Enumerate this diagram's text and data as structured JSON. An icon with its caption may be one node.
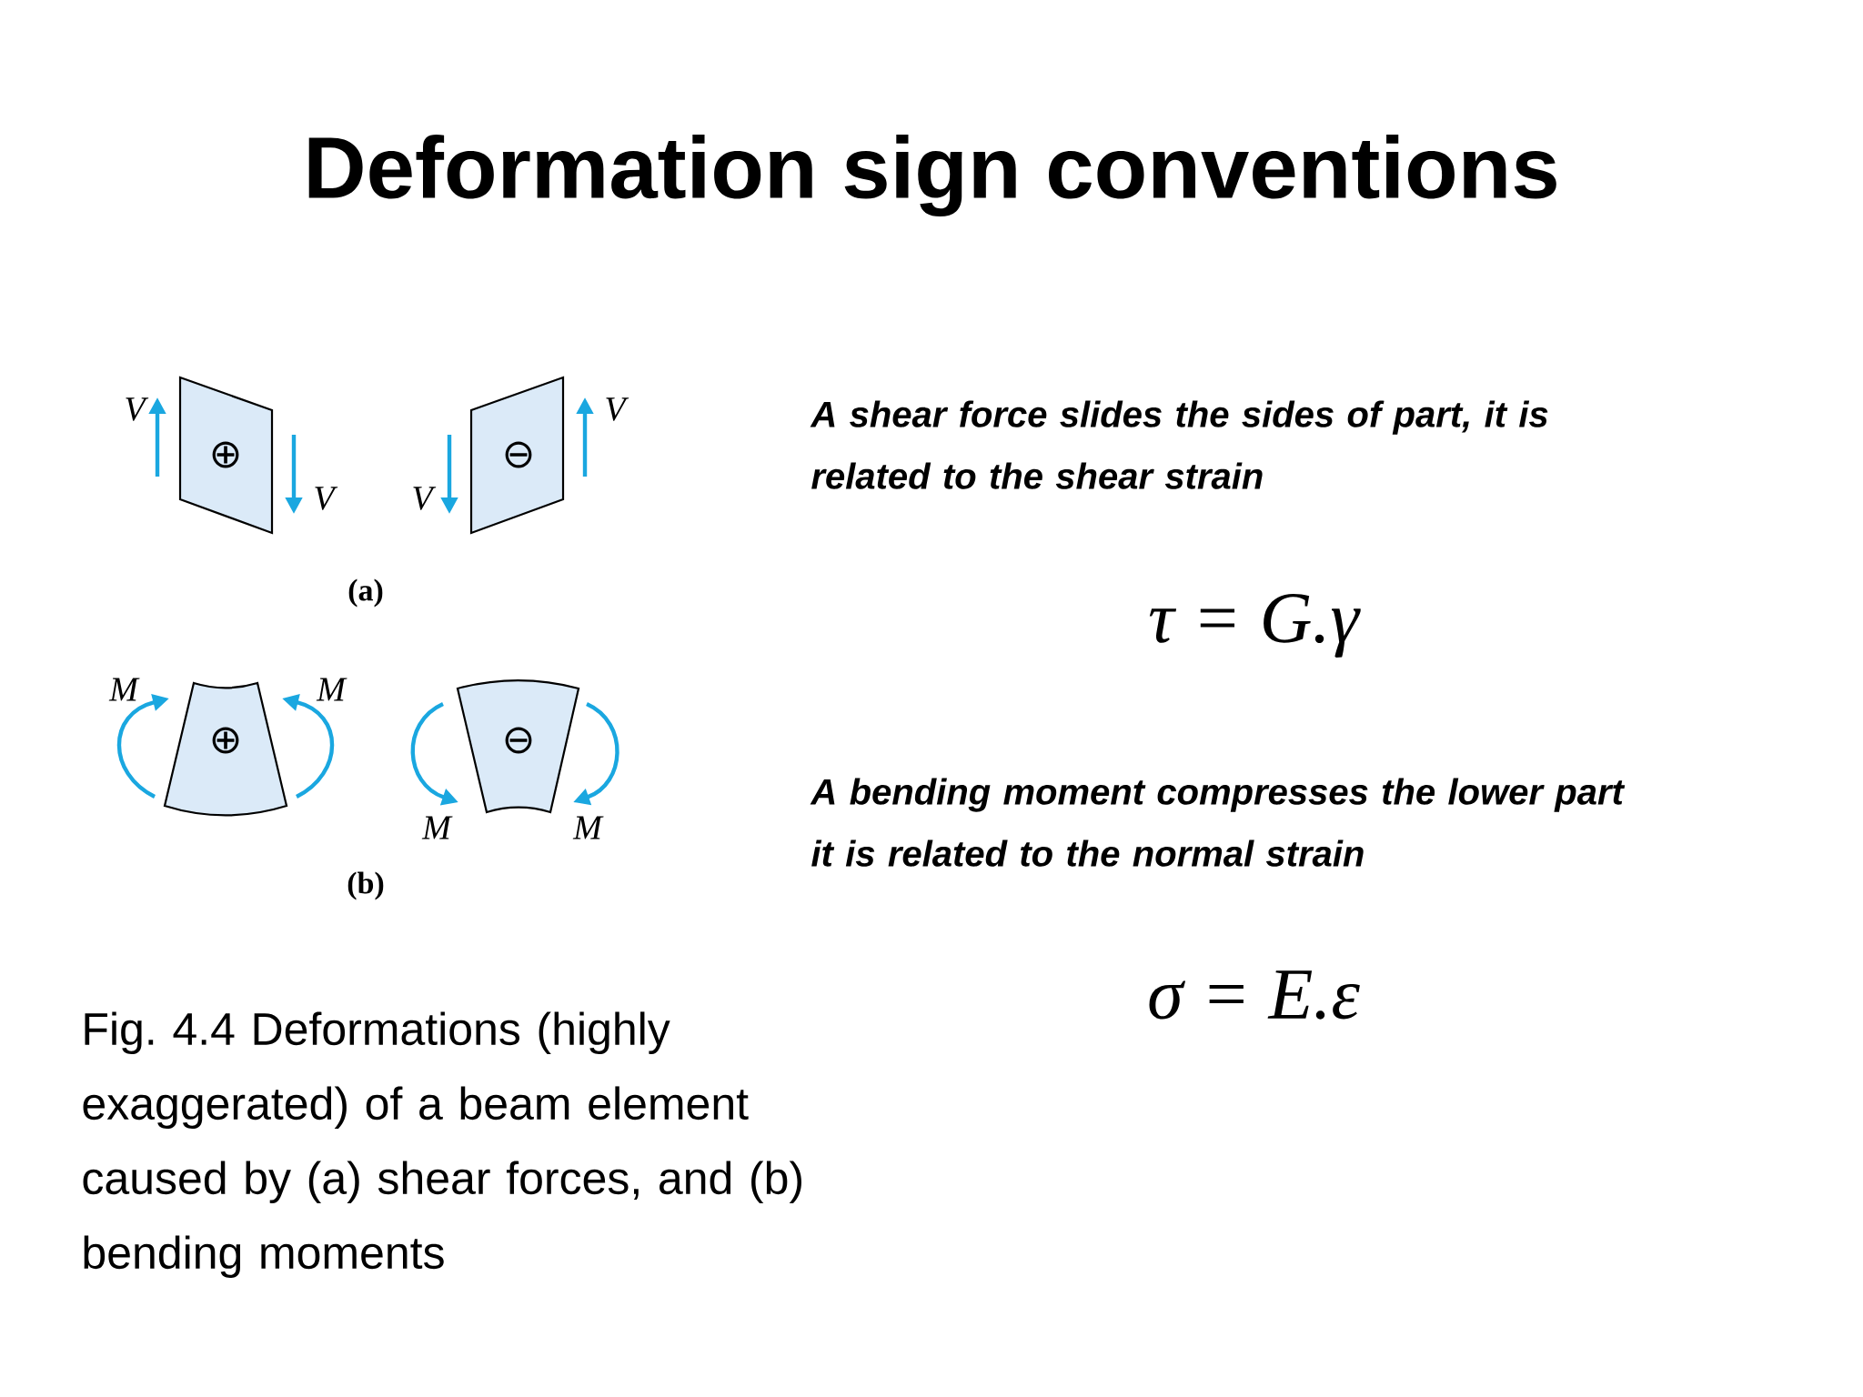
{
  "diagram": {
    "title": "Deformation sign conventions",
    "caption": "Fig. 4.4 Deformations (highly exaggerated) of a beam element caused by (a) shear forces, and (b) bending moments",
    "nodes": [
      {
        "text": [
          "⊕"
        ]
      },
      {
        "text": [
          "⊖"
        ]
      },
      {
        "text": [
          "⊕"
        ]
      },
      {
        "text": [
          "⊖"
        ]
      }
    ],
    "labels": [
      "V",
      "V",
      "V",
      "V",
      "(a)",
      "M",
      "M",
      "M",
      "M",
      "(b)",
      "A shear force slides the sides of part, it is related to the shear strain",
      "τ = G.γ",
      "A bending moment compresses the lower part it is related to the normal strain",
      "σ = E.ε"
    ]
  }
}
